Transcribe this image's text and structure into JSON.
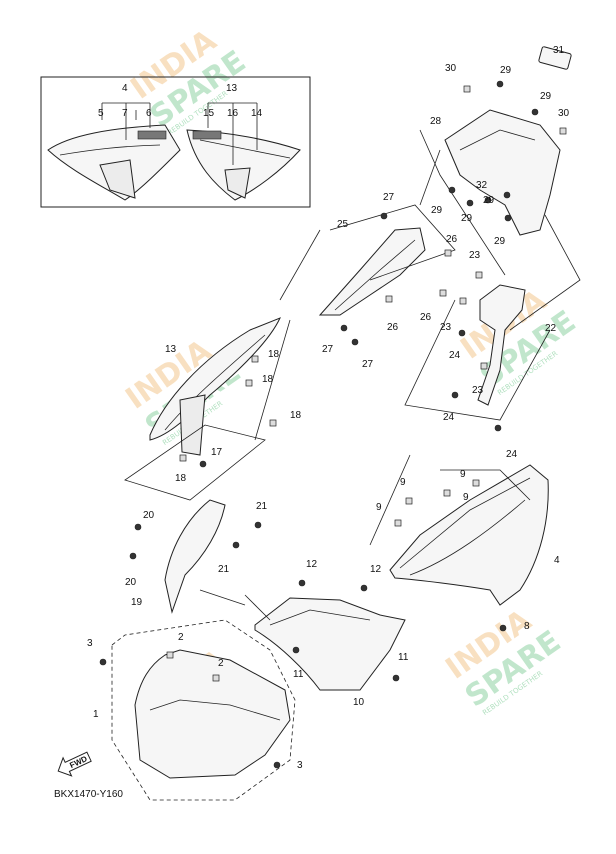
{
  "diagram_code": "BKX1470-Y160",
  "fwd_label": "FWD",
  "watermark": {
    "line1": "INDIA",
    "line2": "SPARE",
    "tagline": "REBUILD TOGETHER"
  },
  "callouts": {
    "c1": "1",
    "c2a": "2",
    "c2b": "2",
    "c3a": "3",
    "c3b": "3",
    "c4a": "4",
    "c4b": "4",
    "c5": "5",
    "c6": "6",
    "c7": "7",
    "c8": "8",
    "c9a": "9",
    "c9b": "9",
    "c9c": "9",
    "c9d": "9",
    "c10": "10",
    "c11a": "11",
    "c11b": "11",
    "c12a": "12",
    "c12b": "12",
    "c13a": "13",
    "c13b": "13",
    "c14": "14",
    "c15": "15",
    "c16": "16",
    "c17": "17",
    "c18a": "18",
    "c18b": "18",
    "c18c": "18",
    "c18d": "18",
    "c19": "19",
    "c20a": "20",
    "c20b": "20",
    "c21a": "21",
    "c21b": "21",
    "c22": "22",
    "c23a": "23",
    "c23b": "23",
    "c23c": "23",
    "c24a": "24",
    "c24b": "24",
    "c24c": "24",
    "c25": "25",
    "c26a": "26",
    "c26b": "26",
    "c26c": "26",
    "c27a": "27",
    "c27b": "27",
    "c27c": "27",
    "c28": "28",
    "c29a": "29",
    "c29b": "29",
    "c29c": "29",
    "c29d": "29",
    "c29e": "29",
    "c29f": "29",
    "c30a": "30",
    "c30b": "30",
    "c31": "31",
    "c32": "32"
  }
}
